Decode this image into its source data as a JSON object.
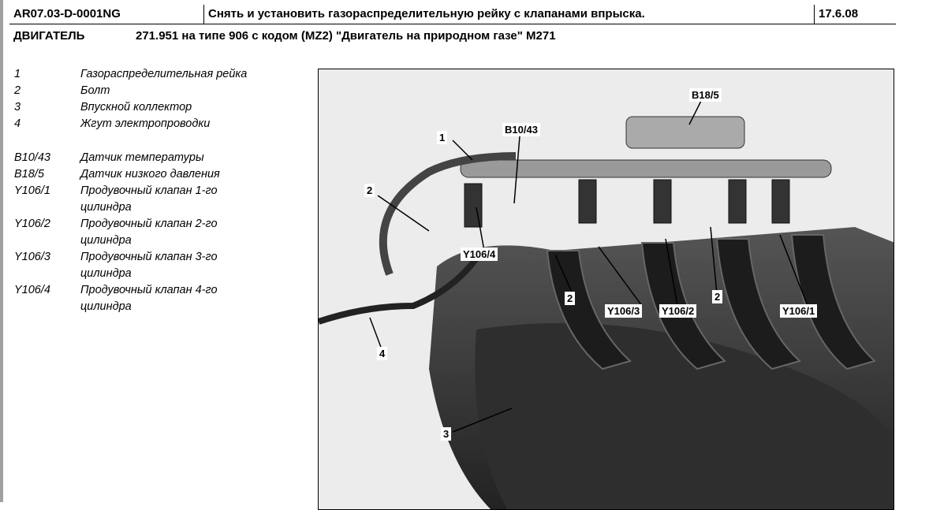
{
  "header": {
    "doc_code": "AR07.03-D-0001NG",
    "title": "Снять и установить газораспределительную рейку с клапанами впрыска.",
    "date": "17.6.08"
  },
  "subheader": {
    "key": "ДВИГАТЕЛЬ",
    "value": "271.951 на типе 906 с кодом (MZ2) \"Двигатель на природном газе\" M271"
  },
  "legend": {
    "numbered": [
      {
        "code": "1",
        "desc": "Газораспределительная рейка"
      },
      {
        "code": "2",
        "desc": "Болт"
      },
      {
        "code": "3",
        "desc": "Впускной коллектор"
      },
      {
        "code": "4",
        "desc": "Жгут электропроводки"
      }
    ],
    "components": [
      {
        "code": "B10/43",
        "desc": "Датчик температуры"
      },
      {
        "code": "B18/5",
        "desc": "Датчик низкого давления"
      },
      {
        "code": "Y106/1",
        "desc": "Продувочный клапан 1-го",
        "desc2": "цилиндра"
      },
      {
        "code": "Y106/2",
        "desc": "Продувочный клапан 2-го",
        "desc2": "цилиндра"
      },
      {
        "code": "Y106/3",
        "desc": "Продувочный клапан 3-го",
        "desc2": "цилиндра"
      },
      {
        "code": "Y106/4",
        "desc": "Продувочный клапан 4-го",
        "desc2": "цилиндра"
      }
    ]
  },
  "figure": {
    "callouts": [
      "1",
      "B10/43",
      "B18/5",
      "2",
      "Y106/4",
      "2",
      "Y106/3",
      "Y106/2",
      "2",
      "Y106/1",
      "4",
      "3"
    ]
  }
}
